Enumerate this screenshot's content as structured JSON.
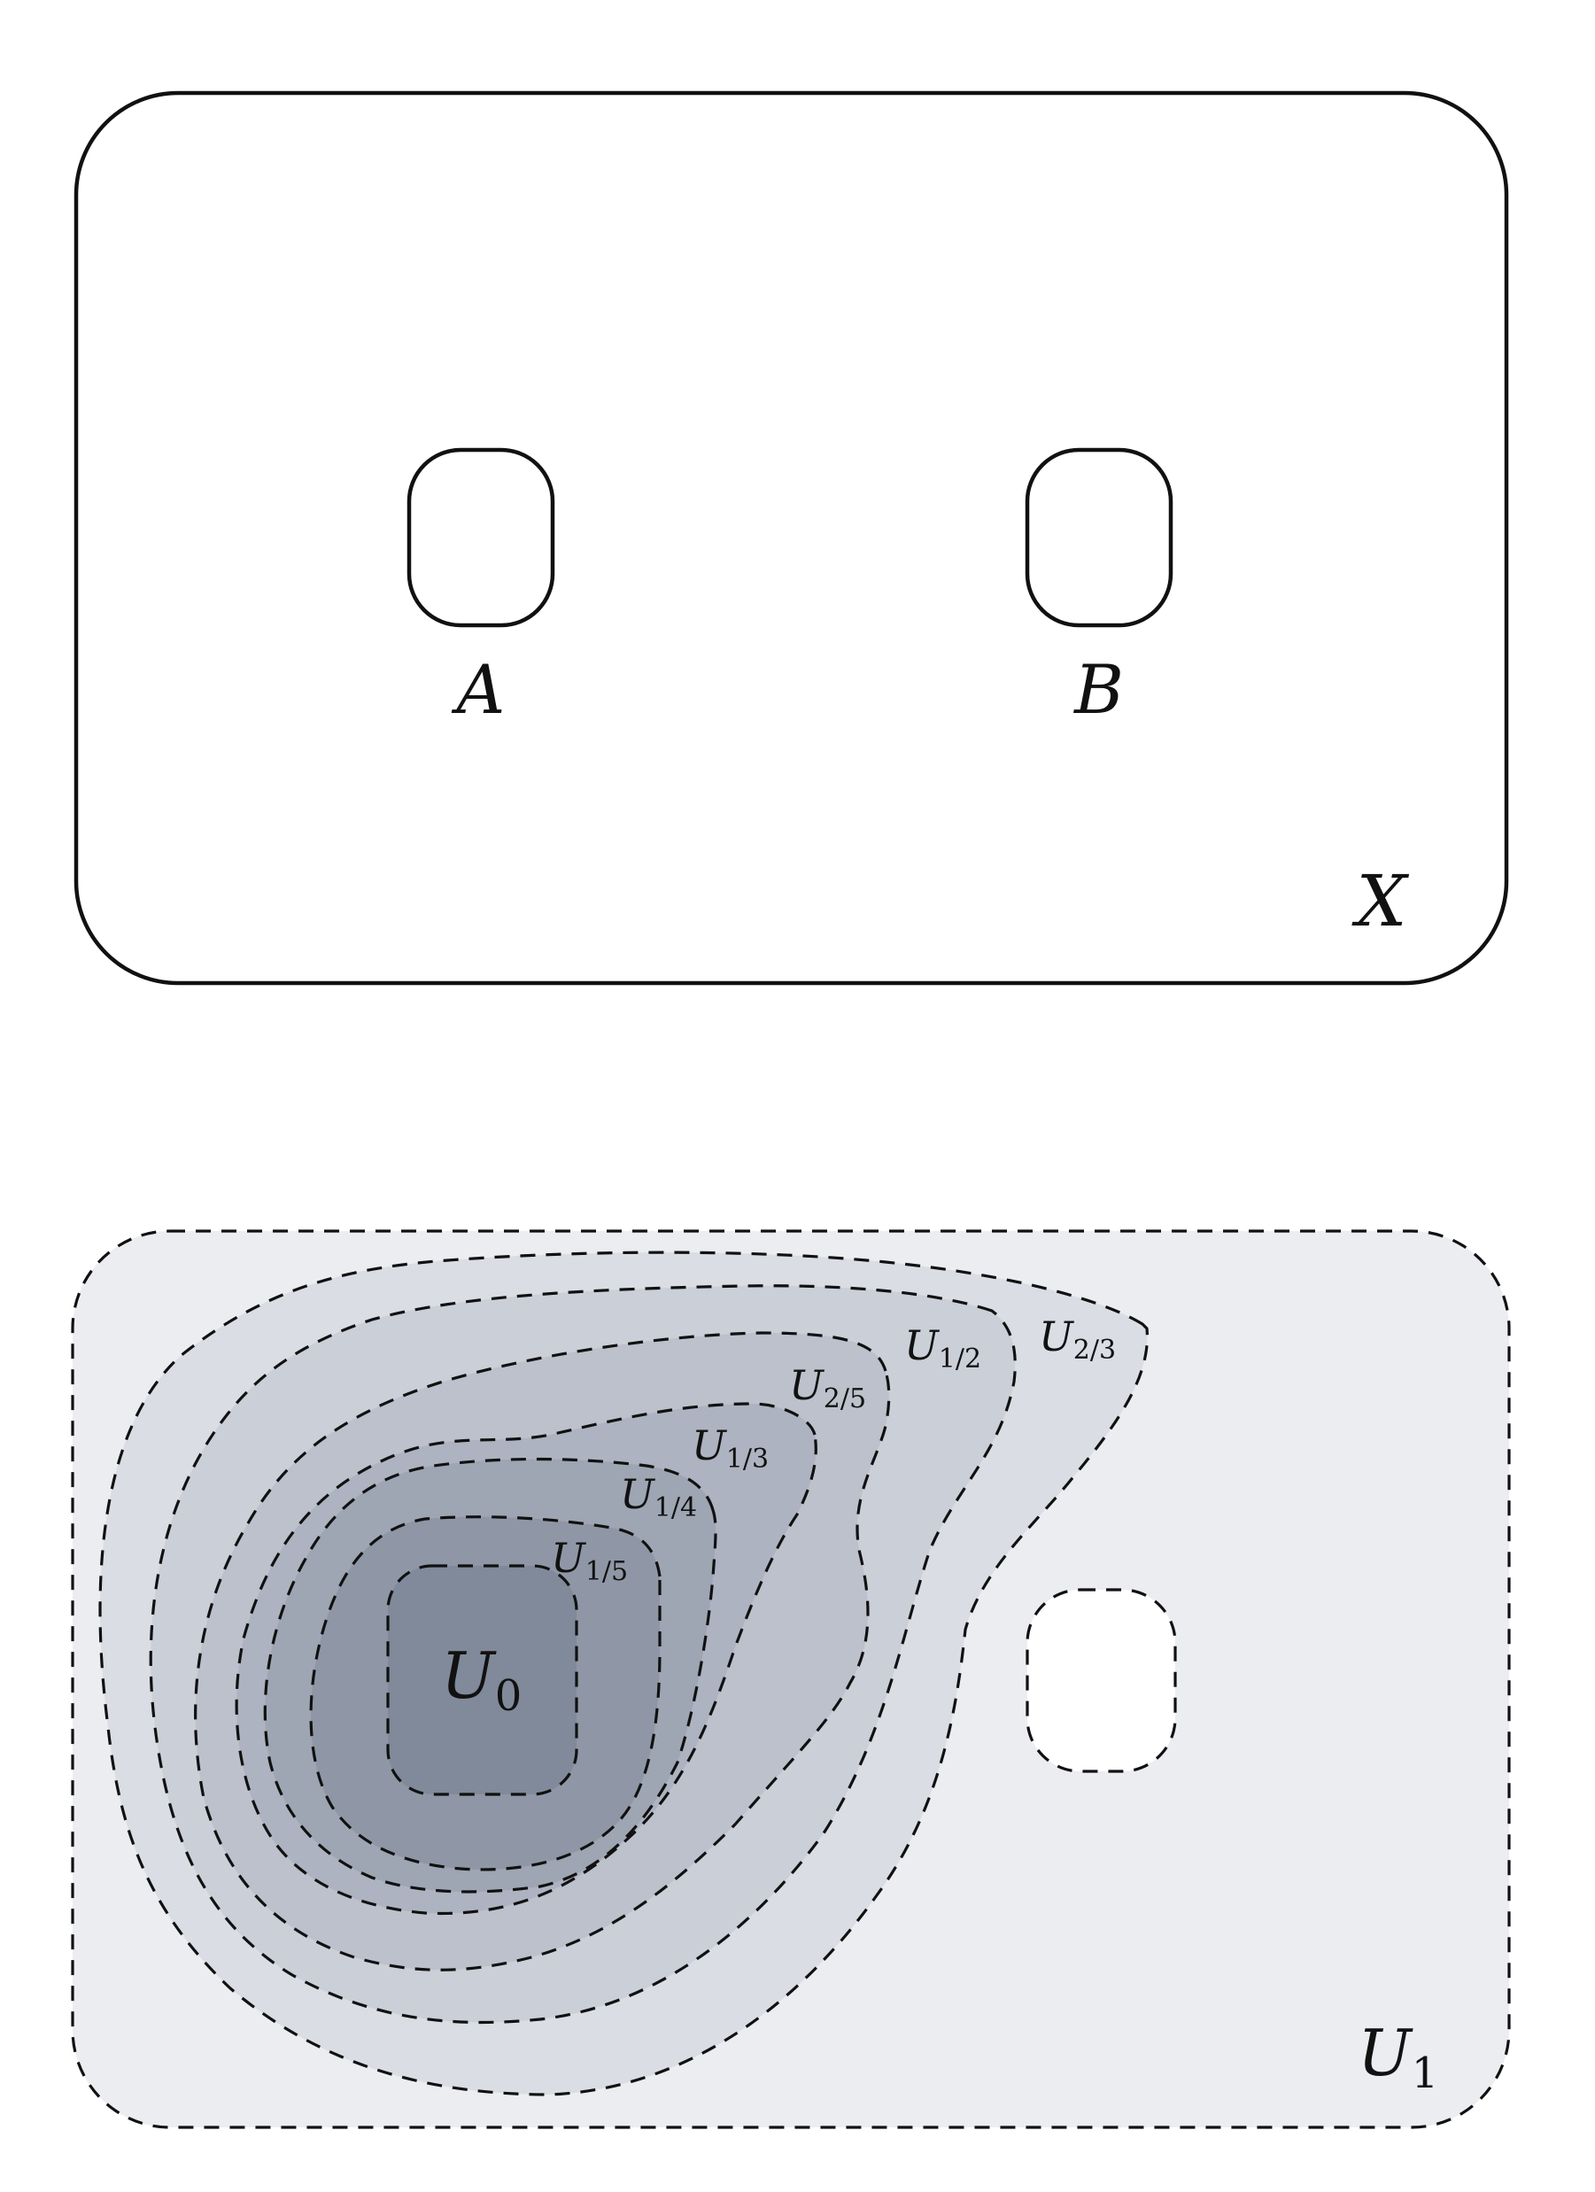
{
  "top_panel": {
    "set_a_label": "A",
    "set_b_label": "B",
    "space_label": "X",
    "colors": {
      "space_fill": "#ECEDF1",
      "hole_fill": "#DADDE4",
      "stroke": "#111111"
    }
  },
  "bottom_panel": {
    "u0_label": {
      "main": "U",
      "sub": "0"
    },
    "u1_label": {
      "main": "U",
      "sub": "1"
    },
    "level_labels": [
      {
        "main": "U",
        "sub": "1/5"
      },
      {
        "main": "U",
        "sub": "1/4"
      },
      {
        "main": "U",
        "sub": "1/3"
      },
      {
        "main": "U",
        "sub": "2/5"
      },
      {
        "main": "U",
        "sub": "1/2"
      },
      {
        "main": "U",
        "sub": "2/3"
      }
    ],
    "colors": {
      "background": "#ECEDF1",
      "u_2_3": "#DADDE4",
      "u_1_2": "#CBCFD8",
      "u_2_5": "#BCC1CC",
      "u_1_3": "#ADB3C0",
      "u_1_4": "#9EA5B3",
      "u_1_5": "#8F97A6",
      "u_0": "#818A9A",
      "hole": "#FFFFFF"
    }
  }
}
